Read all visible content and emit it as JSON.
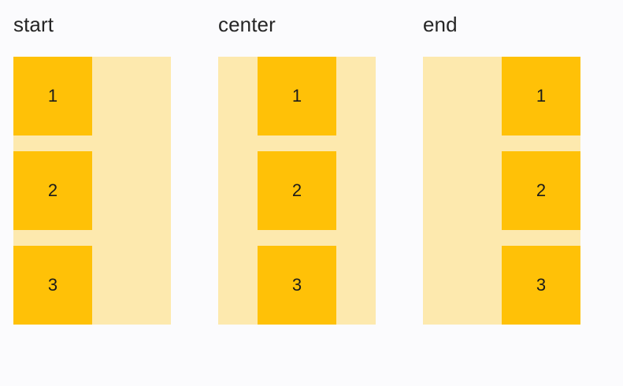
{
  "page": {
    "background_color": "#fbfbfd",
    "label_color": "#262626",
    "container_color": "#fde9ae",
    "box_color": "#ffc107",
    "box_text_color": "#1b1b1b"
  },
  "groups": [
    {
      "label": "start",
      "alignment": "start",
      "boxes": [
        {
          "label": "1"
        },
        {
          "label": "2"
        },
        {
          "label": "3"
        }
      ]
    },
    {
      "label": "center",
      "alignment": "center",
      "boxes": [
        {
          "label": "1"
        },
        {
          "label": "2"
        },
        {
          "label": "3"
        }
      ]
    },
    {
      "label": "end",
      "alignment": "end",
      "boxes": [
        {
          "label": "1"
        },
        {
          "label": "2"
        },
        {
          "label": "3"
        }
      ]
    }
  ]
}
